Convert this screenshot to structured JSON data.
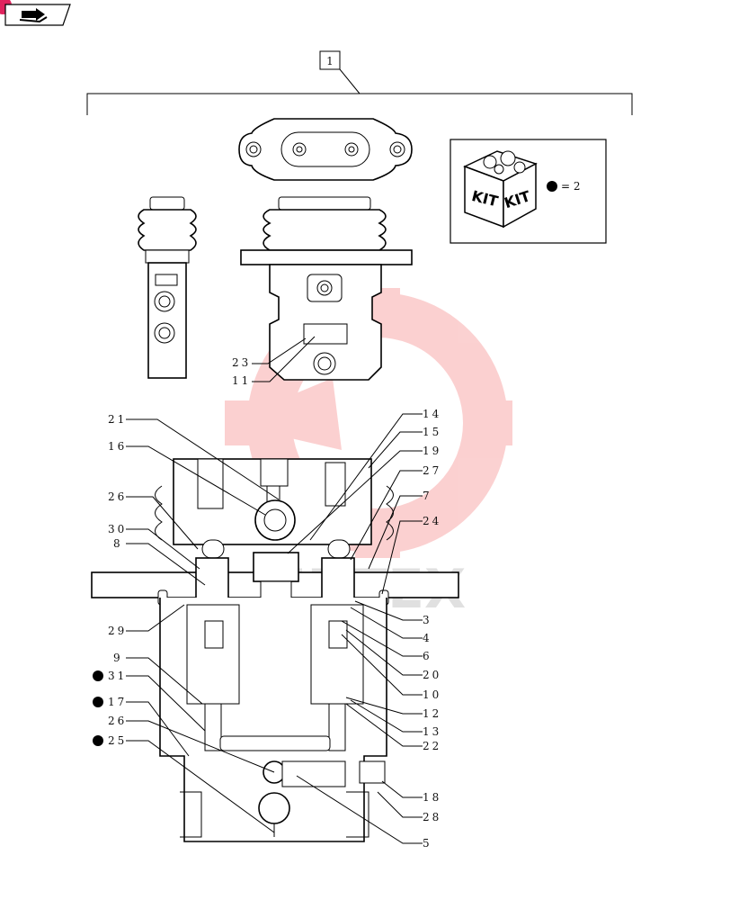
{
  "nav": {
    "icon": "book-arrow-icon"
  },
  "assembly_ref": "1",
  "kit": {
    "word_left": "KIT",
    "word_right": "KIT",
    "eq": "= 2",
    "bullet_icon": "filled-dot-icon"
  },
  "watermark": {
    "text": "MUTEX",
    "color": "#f25a5a"
  },
  "callouts": {
    "c23": "23",
    "c11": "11",
    "c21": "21",
    "c16": "16",
    "c26a": "26",
    "c30": "30",
    "c8": "8",
    "c29": "29",
    "c9": "9",
    "c31": "31",
    "c17": "17",
    "c26b": "26",
    "c25": "25",
    "c14": "14",
    "c15": "15",
    "c19": "19",
    "c27": "27",
    "c7": "7",
    "c24": "24",
    "c3": "3",
    "c4": "4",
    "c6": "6",
    "c20": "20",
    "c10": "10",
    "c12": "12",
    "c13": "13",
    "c22": "22",
    "c18": "18",
    "c28": "28",
    "c5": "5"
  }
}
